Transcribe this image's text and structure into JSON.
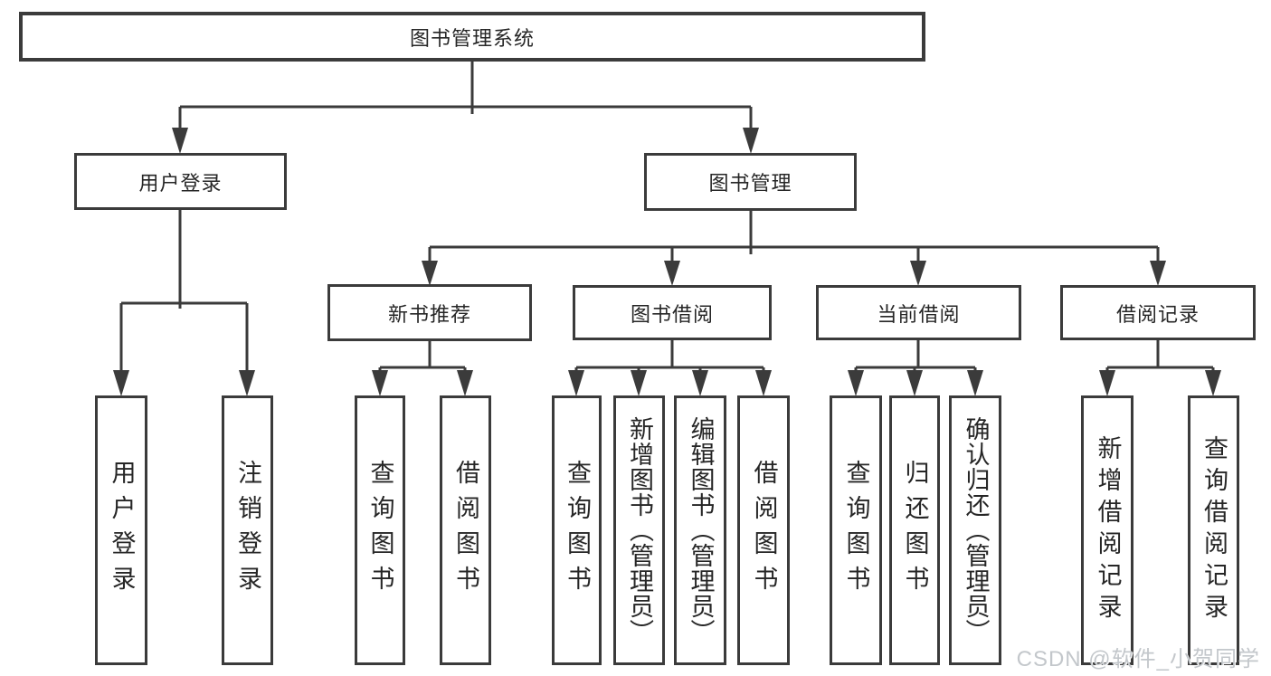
{
  "diagram": {
    "root": "图书管理系统",
    "user_login": {
      "label": "用户登录",
      "children": [
        "用户登录",
        "注销登录"
      ]
    },
    "book_mgmt": {
      "label": "图书管理",
      "sections": [
        {
          "label": "新书推荐",
          "children": [
            "查询图书",
            "借阅图书"
          ]
        },
        {
          "label": "图书借阅",
          "children": [
            "查询图书",
            "新增图书（管理员）",
            "编辑图书（管理员）",
            "借阅图书"
          ]
        },
        {
          "label": "当前借阅",
          "children": [
            "查询图书",
            "归还图书",
            "确认归还（管理员）"
          ]
        },
        {
          "label": "借阅记录",
          "children": [
            "新增借阅记录",
            "查询借阅记录"
          ]
        }
      ]
    }
  },
  "watermark": "CSDN @软件_小贺同学",
  "colors": {
    "line": "#3b3b3b",
    "text": "#262626",
    "watermark": "#c3c7cb",
    "background": "#ffffff"
  }
}
